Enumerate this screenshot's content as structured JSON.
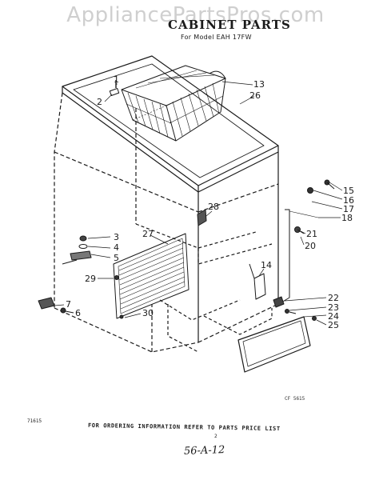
{
  "watermark": "AppliancePartsPros.com",
  "title": "CABINET PARTS",
  "subtitle": "For Model EAH 17FW",
  "callouts": [
    "13",
    "26",
    "2",
    "1",
    "28",
    "15",
    "16",
    "17",
    "18",
    "3",
    "27",
    "4",
    "5",
    "21",
    "20",
    "14",
    "29",
    "22",
    "23",
    "7",
    "24",
    "30",
    "6",
    "25"
  ],
  "figure_code": "CF 5615",
  "left_code": "71615",
  "footer_note": "FOR ORDERING INFORMATION REFER TO PARTS PRICE LIST",
  "page_number": "2",
  "handwritten_note": "56-A-12",
  "colors": {
    "line": "#1a1a1a",
    "watermark": "#cfcfcf"
  }
}
